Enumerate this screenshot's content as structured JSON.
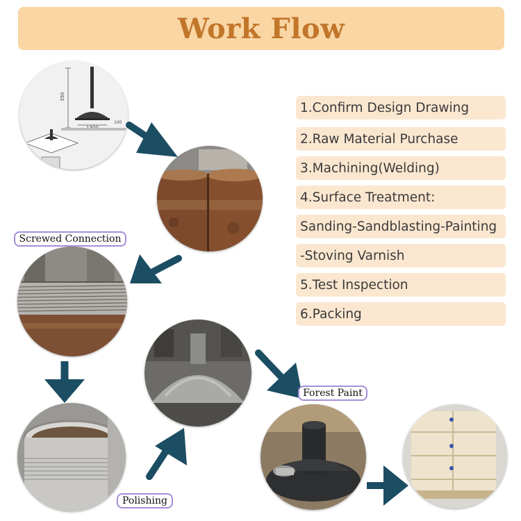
{
  "title": "Work Flow",
  "steps": [
    "1.Confirm Design Drawing",
    "2.Raw Material Purchase",
    "3.Machining(Welding)",
    "4.Surface Treatment:",
    "Sanding-Sandblasting-Painting",
    "-Stoving Varnish",
    "5.Test Inspection",
    "6.Packing"
  ],
  "labels": {
    "screwed": "Screwed Connection",
    "forest_paint": "Forest Paint",
    "polishing": "Polishing"
  },
  "drawing": {
    "dim_height": "350",
    "dim_width": "1300",
    "dim_small": "100"
  },
  "colors": {
    "banner": "#f9d6a4",
    "title": "#c2762a",
    "step_bg": "#fbe7d0",
    "arrow": "#1b4d63",
    "label_border": "#a58ed6"
  }
}
